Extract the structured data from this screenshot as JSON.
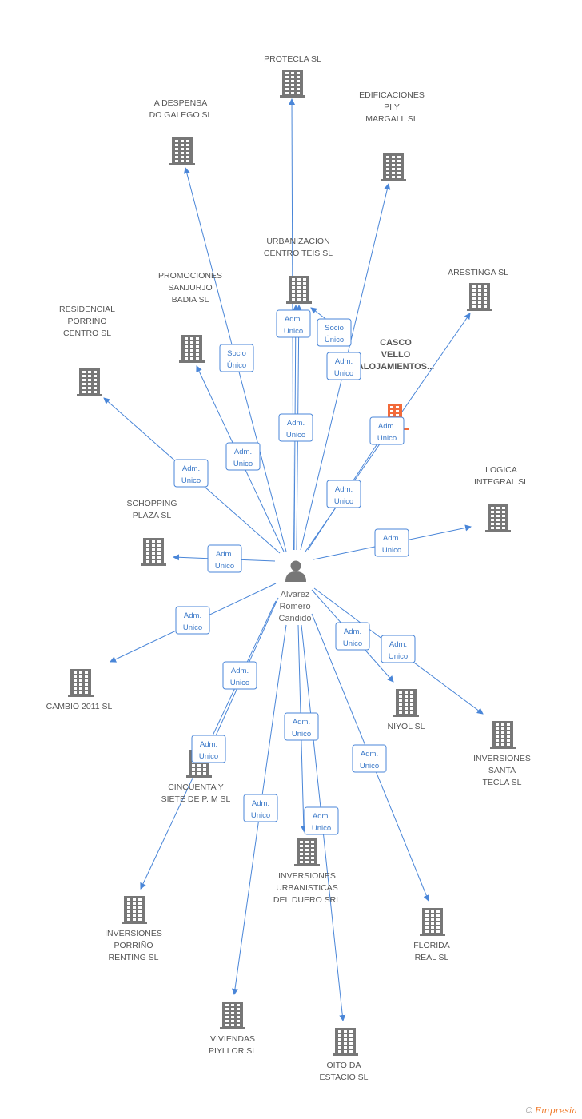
{
  "colors": {
    "edge": "#4a86d8",
    "building": "#777777",
    "focus_building": "#f26a3a",
    "person": "#777777"
  },
  "person": {
    "label_lines": [
      "Alvarez",
      "Romero",
      "Candido"
    ],
    "icon": "person-icon"
  },
  "nodes": [
    {
      "id": "protecla",
      "lines": [
        "PROTECLA SL"
      ]
    },
    {
      "id": "a-despensa",
      "lines": [
        "A DESPENSA",
        "DO GALEGO SL"
      ]
    },
    {
      "id": "edificaciones",
      "lines": [
        "EDIFICACIONES",
        "PI Y",
        "MARGALL SL"
      ]
    },
    {
      "id": "urbanizacion",
      "lines": [
        "URBANIZACION",
        "CENTRO TEIS SL"
      ]
    },
    {
      "id": "arestinga",
      "lines": [
        "ARESTINGA SL"
      ]
    },
    {
      "id": "promociones",
      "lines": [
        "PROMOCIONES",
        "SANJURJO",
        "BADIA SL"
      ]
    },
    {
      "id": "residencial",
      "lines": [
        "RESIDENCIAL",
        "PORRIÑO",
        "CENTRO SL"
      ]
    },
    {
      "id": "casco-vello",
      "lines": [
        "CASCO",
        "VELLO",
        "ALOJAMIENTOS..."
      ],
      "focus": true
    },
    {
      "id": "logica",
      "lines": [
        "LOGICA",
        "INTEGRAL SL"
      ]
    },
    {
      "id": "schopping",
      "lines": [
        "SCHOPPING",
        "PLAZA SL"
      ]
    },
    {
      "id": "cambio",
      "lines": [
        "CAMBIO 2011 SL"
      ]
    },
    {
      "id": "niyol",
      "lines": [
        "NIYOL SL"
      ]
    },
    {
      "id": "santa-tecla",
      "lines": [
        "INVERSIONES",
        "SANTA",
        "TECLA SL"
      ]
    },
    {
      "id": "cincuenta",
      "lines": [
        "CINCUENTA Y",
        "SIETE DE P. M SL"
      ]
    },
    {
      "id": "duero",
      "lines": [
        "INVERSIONES",
        "URBANISTICAS",
        "DEL DUERO SRL"
      ]
    },
    {
      "id": "renting",
      "lines": [
        "INVERSIONES",
        "PORRIÑO",
        "RENTING SL"
      ]
    },
    {
      "id": "florida",
      "lines": [
        "FLORIDA",
        "REAL SL"
      ]
    },
    {
      "id": "piyllor",
      "lines": [
        "VIVIENDAS",
        "PIYLLOR SL"
      ]
    },
    {
      "id": "oito",
      "lines": [
        "OITO DA",
        "ESTACIO SL"
      ]
    }
  ],
  "edges": [
    {
      "id": "e-protecla",
      "lines": [
        "Adm.",
        "Unico"
      ]
    },
    {
      "id": "e-despensa",
      "lines": [
        "Socio",
        "Único"
      ]
    },
    {
      "id": "e-edificaciones",
      "lines": [
        "Adm.",
        "Unico"
      ]
    },
    {
      "id": "e-urban-adm",
      "lines": [
        "Adm.",
        "Unico"
      ]
    },
    {
      "id": "e-urban-socio",
      "lines": [
        "Socio",
        "Único"
      ]
    },
    {
      "id": "e-urban-adm2",
      "lines": [
        "Adm.",
        "Unico"
      ]
    },
    {
      "id": "e-arestinga",
      "lines": [
        "Adm.",
        "Unico"
      ]
    },
    {
      "id": "e-casco",
      "lines": [
        "Adm.",
        "Unico"
      ]
    },
    {
      "id": "e-promociones",
      "lines": [
        "Adm.",
        "Unico"
      ]
    },
    {
      "id": "e-residencial",
      "lines": [
        "Adm.",
        "Unico"
      ]
    },
    {
      "id": "e-logica",
      "lines": [
        "Adm.",
        "Unico"
      ]
    },
    {
      "id": "e-schopping",
      "lines": [
        "Adm.",
        "Unico"
      ]
    },
    {
      "id": "e-cambio",
      "lines": [
        "Adm.",
        "Unico"
      ]
    },
    {
      "id": "e-niyol",
      "lines": [
        "Adm.",
        "Unico"
      ]
    },
    {
      "id": "e-santa",
      "lines": [
        "Adm.",
        "Unico"
      ]
    },
    {
      "id": "e-cincuenta",
      "lines": [
        "Adm.",
        "Unico"
      ]
    },
    {
      "id": "e-renting",
      "lines": [
        "Adm.",
        "Unico"
      ]
    },
    {
      "id": "e-duero",
      "lines": [
        "Adm.",
        "Unico"
      ]
    },
    {
      "id": "e-florida",
      "lines": [
        "Adm.",
        "Unico"
      ]
    },
    {
      "id": "e-piyllor",
      "lines": [
        "Adm.",
        "Unico"
      ]
    },
    {
      "id": "e-oito",
      "lines": [
        "Adm.",
        "Unico"
      ]
    }
  ],
  "footer": {
    "copyright": "©",
    "brand": "Empresia"
  }
}
